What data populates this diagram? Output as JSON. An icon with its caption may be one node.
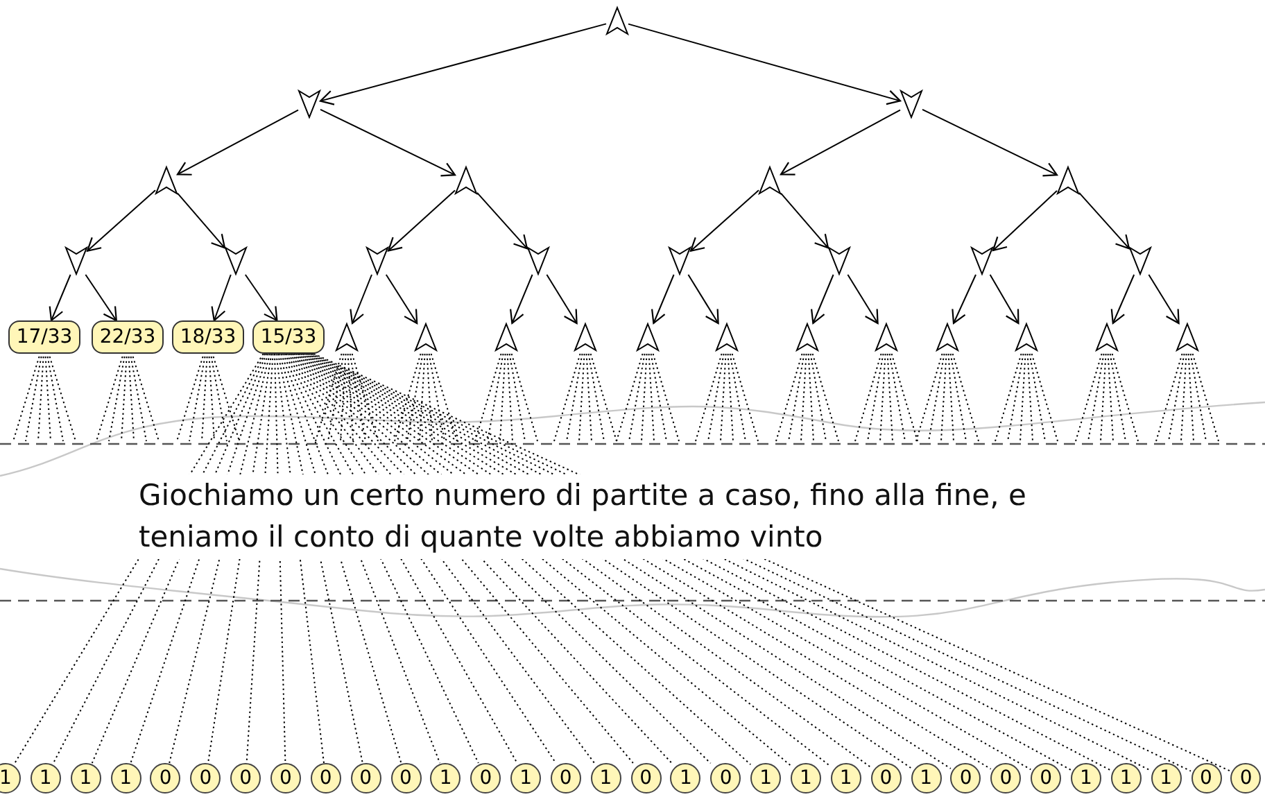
{
  "diagram": {
    "nodes": [
      {
        "text": [],
        "shape": "triangle"
      },
      {
        "text": [],
        "shape": "triangle"
      },
      {
        "text": [],
        "shape": "triangle"
      },
      {
        "text": [],
        "shape": "triangle"
      },
      {
        "text": [],
        "shape": "triangle"
      },
      {
        "text": [],
        "shape": "triangle"
      },
      {
        "text": [],
        "shape": "triangle"
      },
      {
        "text": [],
        "shape": "triangle"
      },
      {
        "text": [],
        "shape": "triangle"
      },
      {
        "text": [],
        "shape": "triangle"
      },
      {
        "text": [],
        "shape": "triangle"
      },
      {
        "text": [],
        "shape": "triangle"
      },
      {
        "text": [],
        "shape": "triangle"
      },
      {
        "text": [],
        "shape": "triangle"
      },
      {
        "text": [],
        "shape": "triangle"
      },
      {
        "text": [
          "17/33"
        ]
      },
      {
        "text": [
          "22/33"
        ]
      },
      {
        "text": [
          "18/33"
        ]
      },
      {
        "text": [
          "15/33"
        ]
      },
      {
        "text": [],
        "shape": "triangle"
      },
      {
        "text": [],
        "shape": "triangle"
      },
      {
        "text": [],
        "shape": "triangle"
      },
      {
        "text": [],
        "shape": "triangle"
      },
      {
        "text": [],
        "shape": "triangle"
      },
      {
        "text": [],
        "shape": "triangle"
      },
      {
        "text": [],
        "shape": "triangle"
      },
      {
        "text": [],
        "shape": "triangle"
      },
      {
        "text": [],
        "shape": "triangle"
      },
      {
        "text": [],
        "shape": "triangle"
      },
      {
        "text": [],
        "shape": "triangle"
      },
      {
        "text": [],
        "shape": "triangle"
      },
      {
        "text": [
          "1"
        ]
      },
      {
        "text": [
          "1"
        ]
      },
      {
        "text": [
          "1"
        ]
      },
      {
        "text": [
          "1"
        ]
      },
      {
        "text": [
          "0"
        ]
      },
      {
        "text": [
          "0"
        ]
      },
      {
        "text": [
          "0"
        ]
      },
      {
        "text": [
          "0"
        ]
      },
      {
        "text": [
          "0"
        ]
      },
      {
        "text": [
          "0"
        ]
      },
      {
        "text": [
          "0"
        ]
      },
      {
        "text": [
          "1"
        ]
      },
      {
        "text": [
          "0"
        ]
      },
      {
        "text": [
          "1"
        ]
      },
      {
        "text": [
          "0"
        ]
      },
      {
        "text": [
          "1"
        ]
      },
      {
        "text": [
          "0"
        ]
      },
      {
        "text": [
          "1"
        ]
      },
      {
        "text": [
          "0"
        ]
      },
      {
        "text": [
          "1"
        ]
      },
      {
        "text": [
          "1"
        ]
      },
      {
        "text": [
          "1"
        ]
      },
      {
        "text": [
          "0"
        ]
      },
      {
        "text": [
          "1"
        ]
      },
      {
        "text": [
          "0"
        ]
      },
      {
        "text": [
          "0"
        ]
      },
      {
        "text": [
          "0"
        ]
      },
      {
        "text": [
          "1"
        ]
      },
      {
        "text": [
          "1"
        ]
      },
      {
        "text": [
          "1"
        ]
      },
      {
        "text": [
          "0"
        ]
      },
      {
        "text": [
          "0"
        ]
      }
    ],
    "edges": [
      {
        "from": 0,
        "to": 1,
        "arrow": "to"
      },
      {
        "from": 0,
        "to": 2,
        "arrow": "to"
      },
      {
        "from": 1,
        "to": 3,
        "arrow": "to"
      },
      {
        "from": 1,
        "to": 4,
        "arrow": "to"
      },
      {
        "from": 2,
        "to": 5,
        "arrow": "to"
      },
      {
        "from": 2,
        "to": 6,
        "arrow": "to"
      },
      {
        "from": 3,
        "to": 7,
        "arrow": "to"
      },
      {
        "from": 3,
        "to": 8,
        "arrow": "to"
      },
      {
        "from": 4,
        "to": 9,
        "arrow": "to"
      },
      {
        "from": 4,
        "to": 10,
        "arrow": "to"
      },
      {
        "from": 5,
        "to": 11,
        "arrow": "to"
      },
      {
        "from": 5,
        "to": 12,
        "arrow": "to"
      },
      {
        "from": 6,
        "to": 13,
        "arrow": "to"
      },
      {
        "from": 6,
        "to": 14,
        "arrow": "to"
      },
      {
        "from": 7,
        "to": 15,
        "arrow": "to"
      },
      {
        "from": 7,
        "to": 16,
        "arrow": "to"
      },
      {
        "from": 8,
        "to": 17,
        "arrow": "to"
      },
      {
        "from": 8,
        "to": 18,
        "arrow": "to"
      },
      {
        "from": 9,
        "to": 19,
        "arrow": "to"
      },
      {
        "from": 9,
        "to": 20,
        "arrow": "to"
      },
      {
        "from": 10,
        "to": 21,
        "arrow": "to"
      },
      {
        "from": 10,
        "to": 22,
        "arrow": "to"
      },
      {
        "from": 11,
        "to": 23,
        "arrow": "to"
      },
      {
        "from": 11,
        "to": 24,
        "arrow": "to"
      },
      {
        "from": 12,
        "to": 25,
        "arrow": "to"
      },
      {
        "from": 12,
        "to": 26,
        "arrow": "to"
      },
      {
        "from": 13,
        "to": 27,
        "arrow": "to"
      },
      {
        "from": 13,
        "to": 28,
        "arrow": "to"
      },
      {
        "from": 14,
        "to": 29,
        "arrow": "to"
      },
      {
        "from": 14,
        "to": 30,
        "arrow": "to"
      },
      {
        "from": 15,
        "to": null,
        "arrow": "none",
        "style": "dashed"
      },
      {
        "from": 15,
        "to": null,
        "arrow": "none",
        "style": "dashed"
      },
      {
        "from": 15,
        "to": null,
        "arrow": "none",
        "style": "dashed"
      },
      {
        "from": 15,
        "to": null,
        "arrow": "none",
        "style": "dashed"
      },
      {
        "from": 15,
        "to": null,
        "arrow": "none",
        "style": "dashed"
      },
      {
        "from": 15,
        "to": null,
        "arrow": "none",
        "style": "dashed"
      },
      {
        "from": 16,
        "to": null,
        "arrow": "none",
        "style": "dashed"
      },
      {
        "from": 16,
        "to": null,
        "arrow": "none",
        "style": "dashed"
      },
      {
        "from": 16,
        "to": null,
        "arrow": "none",
        "style": "dashed"
      },
      {
        "from": 16,
        "to": null,
        "arrow": "none",
        "style": "dashed"
      },
      {
        "from": 16,
        "to": null,
        "arrow": "none",
        "style": "dashed"
      },
      {
        "from": 16,
        "to": null,
        "arrow": "none",
        "style": "dashed"
      },
      {
        "from": 17,
        "to": null,
        "arrow": "none",
        "style": "dashed"
      },
      {
        "from": 17,
        "to": null,
        "arrow": "none",
        "style": "dashed"
      },
      {
        "from": 17,
        "to": null,
        "arrow": "none",
        "style": "dashed"
      },
      {
        "from": 17,
        "to": null,
        "arrow": "none",
        "style": "dashed"
      },
      {
        "from": 17,
        "to": null,
        "arrow": "none",
        "style": "dashed"
      },
      {
        "from": 17,
        "to": null,
        "arrow": "none",
        "style": "dashed"
      },
      {
        "from": 19,
        "to": null,
        "arrow": "none",
        "style": "dashed"
      },
      {
        "from": 19,
        "to": null,
        "arrow": "none",
        "style": "dashed"
      },
      {
        "from": 19,
        "to": null,
        "arrow": "none",
        "style": "dashed"
      },
      {
        "from": 19,
        "to": null,
        "arrow": "none",
        "style": "dashed"
      },
      {
        "from": 19,
        "to": null,
        "arrow": "none",
        "style": "dashed"
      },
      {
        "from": 19,
        "to": null,
        "arrow": "none",
        "style": "dashed"
      },
      {
        "from": 20,
        "to": null,
        "arrow": "none",
        "style": "dashed"
      },
      {
        "from": 20,
        "to": null,
        "arrow": "none",
        "style": "dashed"
      },
      {
        "from": 20,
        "to": null,
        "arrow": "none",
        "style": "dashed"
      },
      {
        "from": 20,
        "to": null,
        "arrow": "none",
        "style": "dashed"
      },
      {
        "from": 20,
        "to": null,
        "arrow": "none",
        "style": "dashed"
      },
      {
        "from": 20,
        "to": null,
        "arrow": "none",
        "style": "dashed"
      },
      {
        "from": 21,
        "to": null,
        "arrow": "none",
        "style": "dashed"
      },
      {
        "from": 21,
        "to": null,
        "arrow": "none",
        "style": "dashed"
      },
      {
        "from": 21,
        "to": null,
        "arrow": "none",
        "style": "dashed"
      },
      {
        "from": 21,
        "to": null,
        "arrow": "none",
        "style": "dashed"
      },
      {
        "from": 21,
        "to": null,
        "arrow": "none",
        "style": "dashed"
      },
      {
        "from": 21,
        "to": null,
        "arrow": "none",
        "style": "dashed"
      },
      {
        "from": 22,
        "to": null,
        "arrow": "none",
        "style": "dashed"
      },
      {
        "from": 22,
        "to": null,
        "arrow": "none",
        "style": "dashed"
      },
      {
        "from": 22,
        "to": null,
        "arrow": "none",
        "style": "dashed"
      },
      {
        "from": 22,
        "to": null,
        "arrow": "none",
        "style": "dashed"
      },
      {
        "from": 22,
        "to": null,
        "arrow": "none",
        "style": "dashed"
      },
      {
        "from": 22,
        "to": null,
        "arrow": "none",
        "style": "dashed"
      },
      {
        "from": 23,
        "to": null,
        "arrow": "none",
        "style": "dashed"
      },
      {
        "from": 23,
        "to": null,
        "arrow": "none",
        "style": "dashed"
      },
      {
        "from": 23,
        "to": null,
        "arrow": "none",
        "style": "dashed"
      },
      {
        "from": 23,
        "to": null,
        "arrow": "none",
        "style": "dashed"
      },
      {
        "from": 23,
        "to": null,
        "arrow": "none",
        "style": "dashed"
      },
      {
        "from": 23,
        "to": null,
        "arrow": "none",
        "style": "dashed"
      },
      {
        "from": 24,
        "to": null,
        "arrow": "none",
        "style": "dashed"
      },
      {
        "from": 24,
        "to": null,
        "arrow": "none",
        "style": "dashed"
      },
      {
        "from": 24,
        "to": null,
        "arrow": "none",
        "style": "dashed"
      },
      {
        "from": 24,
        "to": null,
        "arrow": "none",
        "style": "dashed"
      },
      {
        "from": 24,
        "to": null,
        "arrow": "none",
        "style": "dashed"
      },
      {
        "from": 24,
        "to": null,
        "arrow": "none",
        "style": "dashed"
      },
      {
        "from": 25,
        "to": null,
        "arrow": "none",
        "style": "dashed"
      },
      {
        "from": 25,
        "to": null,
        "arrow": "none",
        "style": "dashed"
      },
      {
        "from": 25,
        "to": null,
        "arrow": "none",
        "style": "dashed"
      },
      {
        "from": 25,
        "to": null,
        "arrow": "none",
        "style": "dashed"
      },
      {
        "from": 25,
        "to": null,
        "arrow": "none",
        "style": "dashed"
      },
      {
        "from": 25,
        "to": null,
        "arrow": "none",
        "style": "dashed"
      },
      {
        "from": 26,
        "to": null,
        "arrow": "none",
        "style": "dashed"
      },
      {
        "from": 26,
        "to": null,
        "arrow": "none",
        "style": "dashed"
      },
      {
        "from": 26,
        "to": null,
        "arrow": "none",
        "style": "dashed"
      },
      {
        "from": 26,
        "to": null,
        "arrow": "none",
        "style": "dashed"
      },
      {
        "from": 26,
        "to": null,
        "arrow": "none",
        "style": "dashed"
      },
      {
        "from": 26,
        "to": null,
        "arrow": "none",
        "style": "dashed"
      },
      {
        "from": 27,
        "to": null,
        "arrow": "none",
        "style": "dashed"
      },
      {
        "from": 27,
        "to": null,
        "arrow": "none",
        "style": "dashed"
      },
      {
        "from": 27,
        "to": null,
        "arrow": "none",
        "style": "dashed"
      },
      {
        "from": 27,
        "to": null,
        "arrow": "none",
        "style": "dashed"
      },
      {
        "from": 27,
        "to": null,
        "arrow": "none",
        "style": "dashed"
      },
      {
        "from": 27,
        "to": null,
        "arrow": "none",
        "style": "dashed"
      },
      {
        "from": 28,
        "to": null,
        "arrow": "none",
        "style": "dashed"
      },
      {
        "from": 28,
        "to": null,
        "arrow": "none",
        "style": "dashed"
      },
      {
        "from": 28,
        "to": null,
        "arrow": "none",
        "style": "dashed"
      },
      {
        "from": 28,
        "to": null,
        "arrow": "none",
        "style": "dashed"
      },
      {
        "from": 28,
        "to": null,
        "arrow": "none",
        "style": "dashed"
      },
      {
        "from": 28,
        "to": null,
        "arrow": "none",
        "style": "dashed"
      },
      {
        "from": 29,
        "to": null,
        "arrow": "none",
        "style": "dashed"
      },
      {
        "from": 29,
        "to": null,
        "arrow": "none",
        "style": "dashed"
      },
      {
        "from": 29,
        "to": null,
        "arrow": "none",
        "style": "dashed"
      },
      {
        "from": 29,
        "to": null,
        "arrow": "none",
        "style": "dashed"
      },
      {
        "from": 29,
        "to": null,
        "arrow": "none",
        "style": "dashed"
      },
      {
        "from": 29,
        "to": null,
        "arrow": "none",
        "style": "dashed"
      },
      {
        "from": 30,
        "to": null,
        "arrow": "none",
        "style": "dashed"
      },
      {
        "from": 30,
        "to": null,
        "arrow": "none",
        "style": "dashed"
      },
      {
        "from": 30,
        "to": null,
        "arrow": "none",
        "style": "dashed"
      },
      {
        "from": 30,
        "to": null,
        "arrow": "none",
        "style": "dashed"
      },
      {
        "from": 30,
        "to": null,
        "arrow": "none",
        "style": "dashed"
      },
      {
        "from": 30,
        "to": null,
        "arrow": "none",
        "style": "dashed"
      },
      {
        "from": 18,
        "to": 31,
        "arrow": "none",
        "style": "dashed"
      },
      {
        "from": 18,
        "to": 32,
        "arrow": "none",
        "style": "dashed"
      },
      {
        "from": 18,
        "to": 33,
        "arrow": "none",
        "style": "dashed"
      },
      {
        "from": 18,
        "to": 34,
        "arrow": "none",
        "style": "dashed"
      },
      {
        "from": 18,
        "to": 35,
        "arrow": "none",
        "style": "dashed"
      },
      {
        "from": 18,
        "to": 36,
        "arrow": "none",
        "style": "dashed"
      },
      {
        "from": 18,
        "to": 37,
        "arrow": "none",
        "style": "dashed"
      },
      {
        "from": 18,
        "to": 38,
        "arrow": "none",
        "style": "dashed"
      },
      {
        "from": 18,
        "to": 39,
        "arrow": "none",
        "style": "dashed"
      },
      {
        "from": 18,
        "to": 40,
        "arrow": "none",
        "style": "dashed"
      },
      {
        "from": 18,
        "to": 41,
        "arrow": "none",
        "style": "dashed"
      },
      {
        "from": 18,
        "to": 42,
        "arrow": "none",
        "style": "dashed"
      },
      {
        "from": 18,
        "to": 43,
        "arrow": "none",
        "style": "dashed"
      },
      {
        "from": 18,
        "to": 44,
        "arrow": "none",
        "style": "dashed"
      },
      {
        "from": 18,
        "to": 45,
        "arrow": "none",
        "style": "dashed"
      },
      {
        "from": 18,
        "to": 46,
        "arrow": "none",
        "style": "dashed"
      },
      {
        "from": 18,
        "to": 47,
        "arrow": "none",
        "style": "dashed"
      },
      {
        "from": 18,
        "to": 48,
        "arrow": "none",
        "style": "dashed"
      },
      {
        "from": 18,
        "to": 49,
        "arrow": "none",
        "style": "dashed"
      },
      {
        "from": 18,
        "to": 50,
        "arrow": "none",
        "style": "dashed"
      },
      {
        "from": 18,
        "to": 51,
        "arrow": "none",
        "style": "dashed"
      },
      {
        "from": 18,
        "to": 52,
        "arrow": "none",
        "style": "dashed"
      },
      {
        "from": 18,
        "to": 53,
        "arrow": "none",
        "style": "dashed"
      },
      {
        "from": 18,
        "to": 54,
        "arrow": "none",
        "style": "dashed"
      },
      {
        "from": 18,
        "to": 55,
        "arrow": "none",
        "style": "dashed"
      },
      {
        "from": 18,
        "to": 56,
        "arrow": "none",
        "style": "dashed"
      },
      {
        "from": 18,
        "to": 57,
        "arrow": "none",
        "style": "dashed"
      },
      {
        "from": 18,
        "to": 58,
        "arrow": "none",
        "style": "dashed"
      },
      {
        "from": 18,
        "to": 59,
        "arrow": "none",
        "style": "dashed"
      },
      {
        "from": 18,
        "to": 60,
        "arrow": "none",
        "style": "dashed"
      },
      {
        "from": 18,
        "to": 61,
        "arrow": "none",
        "style": "dashed"
      },
      {
        "from": 18,
        "to": 62,
        "arrow": "none",
        "style": "dashed"
      }
    ],
    "labels": [
      "Giochiamo un certo numero di partite a caso, fino alla fine, e teniamo il conto di quante volte abbiamo vinto"
    ]
  }
}
